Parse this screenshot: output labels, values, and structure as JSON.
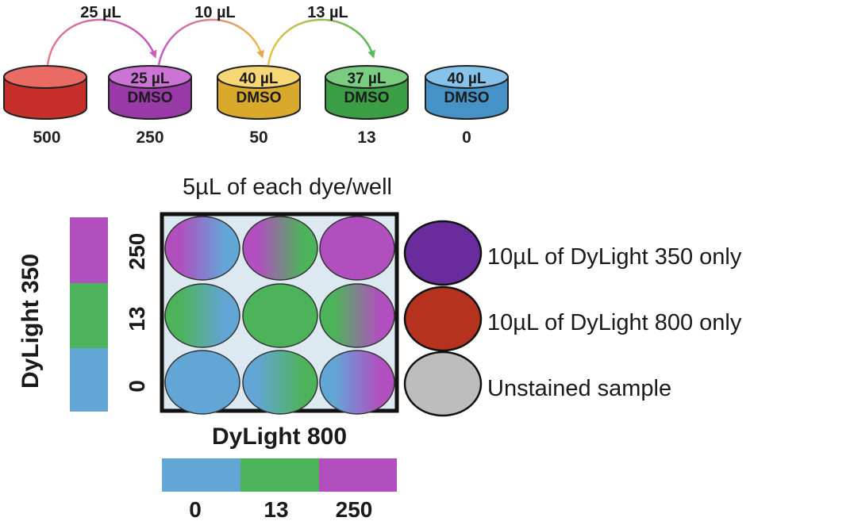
{
  "transfers": [
    {
      "volume": "25 µL",
      "color": "#d96aa8"
    },
    {
      "volume": "10 µL",
      "color": "#cf7ac4"
    },
    {
      "volume": "13 µL",
      "color": "#ddb85a"
    }
  ],
  "tubes": [
    {
      "label": "",
      "solvent": "",
      "concentration": "500",
      "fill": "#e0433c",
      "side": "#c7302a",
      "top": "#ea6b63"
    },
    {
      "label": "25 µL",
      "solvent": "DMSO",
      "concentration": "250",
      "fill": "#b24fbf",
      "side": "#9a3aa9",
      "top": "#cc74d6"
    },
    {
      "label": "40 µL",
      "solvent": "DMSO",
      "concentration": "50",
      "fill": "#f0c240",
      "side": "#d8a92a",
      "top": "#f6d675"
    },
    {
      "label": "37 µL",
      "solvent": "DMSO",
      "concentration": "13",
      "fill": "#4fb75a",
      "side": "#3a9e45",
      "top": "#79cc80"
    },
    {
      "label": "40 µL",
      "solvent": "DMSO",
      "concentration": "0",
      "fill": "#5ba9dc",
      "side": "#4592c6",
      "top": "#86c2ea"
    }
  ],
  "plate": {
    "title": "5µL of each dye/well",
    "y_axis_title": "DyLight 350",
    "y_levels": [
      "250",
      "13",
      "0"
    ],
    "x_axis_title": "DyLight 800",
    "x_levels": [
      "0",
      "13",
      "250"
    ],
    "colors": {
      "level_0": "#62a6d6",
      "level_13": "#4db35a",
      "level_250": "#b14fbf",
      "plate_bg": "#dce9f0"
    }
  },
  "controls": [
    {
      "label": "10µL of DyLight 350 only",
      "fill": "#6a2c9c"
    },
    {
      "label": "10µL of DyLight 800 only",
      "fill": "#b5321f"
    },
    {
      "label": "Unstained sample",
      "fill": "#bdbdbd"
    }
  ]
}
